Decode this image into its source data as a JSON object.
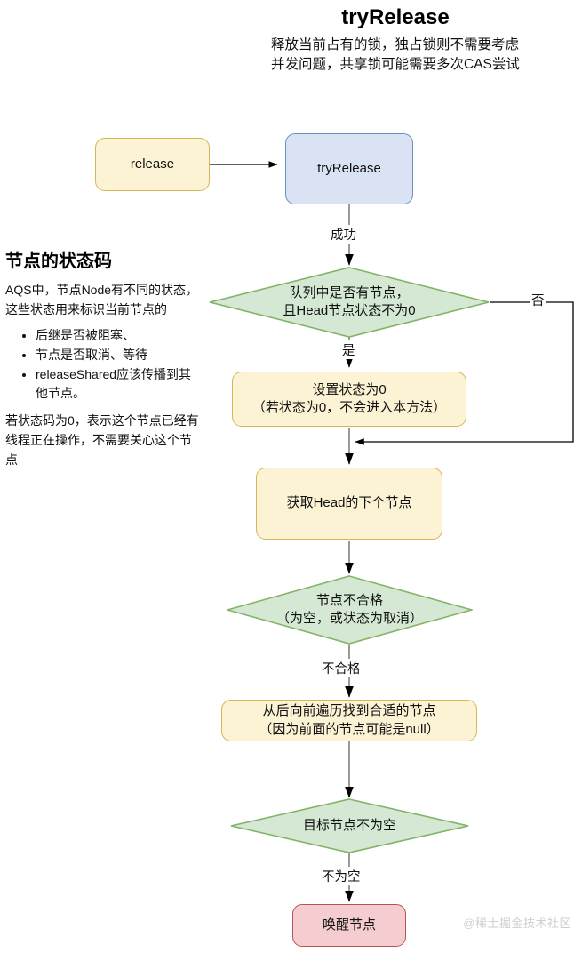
{
  "title": {
    "heading": "tryRelease",
    "description": "释放当前占有的锁，独占锁则不需要考虑并发问题，共享锁可能需要多次CAS尝试"
  },
  "sidebar": {
    "heading": "节点的状态码",
    "intro": "AQS中，节点Node有不同的状态，这些状态用来标识当前节点的",
    "bullets": [
      "后继是否被阻塞、",
      "节点是否取消、等待",
      "releaseShared应该传播到其他节点。"
    ],
    "outro": "若状态码为0，表示这个节点已经有线程正在操作，不需要关心这个节点"
  },
  "watermark": "@稀土掘金技术社区",
  "chart_data": {
    "type": "diagram",
    "diagram_kind": "flowchart",
    "colors": {
      "yellow_fill": "#fcf2d4",
      "yellow_stroke": "#d6b656",
      "blue_fill": "#dae3f3",
      "blue_stroke": "#6c8ebf",
      "green_fill": "#d5e8d4",
      "green_stroke": "#82b366",
      "pink_fill": "#f5ccd0",
      "pink_stroke": "#b85450",
      "edge_stroke": "#808080",
      "arrow_fill": "#000000"
    },
    "nodes": [
      {
        "id": "release",
        "shape": "rounded-rect",
        "style": "yellow",
        "label": "release"
      },
      {
        "id": "tryRelease",
        "shape": "rounded-rect",
        "style": "blue",
        "label": "tryRelease"
      },
      {
        "id": "d1",
        "shape": "diamond",
        "style": "green",
        "label": "队列中是否有节点，\n且Head节点状态不为0"
      },
      {
        "id": "setzero",
        "shape": "rounded-rect",
        "style": "yellow",
        "label": "设置状态为0\n（若状态为0，不会进入本方法）"
      },
      {
        "id": "gethead",
        "shape": "rounded-rect",
        "style": "yellow",
        "label": "获取Head的下个节点"
      },
      {
        "id": "d2",
        "shape": "diamond",
        "style": "green",
        "label": "节点不合格\n（为空，或状态为取消）"
      },
      {
        "id": "traverse",
        "shape": "rounded-rect",
        "style": "yellow",
        "label": "从后向前遍历找到合适的节点\n（因为前面的节点可能是null）"
      },
      {
        "id": "d3",
        "shape": "diamond",
        "style": "green",
        "label": "目标节点不为空"
      },
      {
        "id": "wake",
        "shape": "rounded-rect",
        "style": "pink",
        "label": "唤醒节点"
      }
    ],
    "edges": [
      {
        "from": "release",
        "to": "tryRelease",
        "label": ""
      },
      {
        "from": "tryRelease",
        "to": "d1",
        "label": "成功"
      },
      {
        "from": "d1",
        "to": "setzero",
        "label": "是"
      },
      {
        "from": "d1",
        "to": "gethead",
        "label": "否"
      },
      {
        "from": "setzero",
        "to": "gethead",
        "label": ""
      },
      {
        "from": "gethead",
        "to": "d2",
        "label": ""
      },
      {
        "from": "d2",
        "to": "traverse",
        "label": "不合格"
      },
      {
        "from": "traverse",
        "to": "d3",
        "label": ""
      },
      {
        "from": "d3",
        "to": "wake",
        "label": "不为空"
      }
    ],
    "edge_labels": {
      "success": "成功",
      "yes": "是",
      "no": "否",
      "unqualified": "不合格",
      "not_null": "不为空"
    }
  }
}
